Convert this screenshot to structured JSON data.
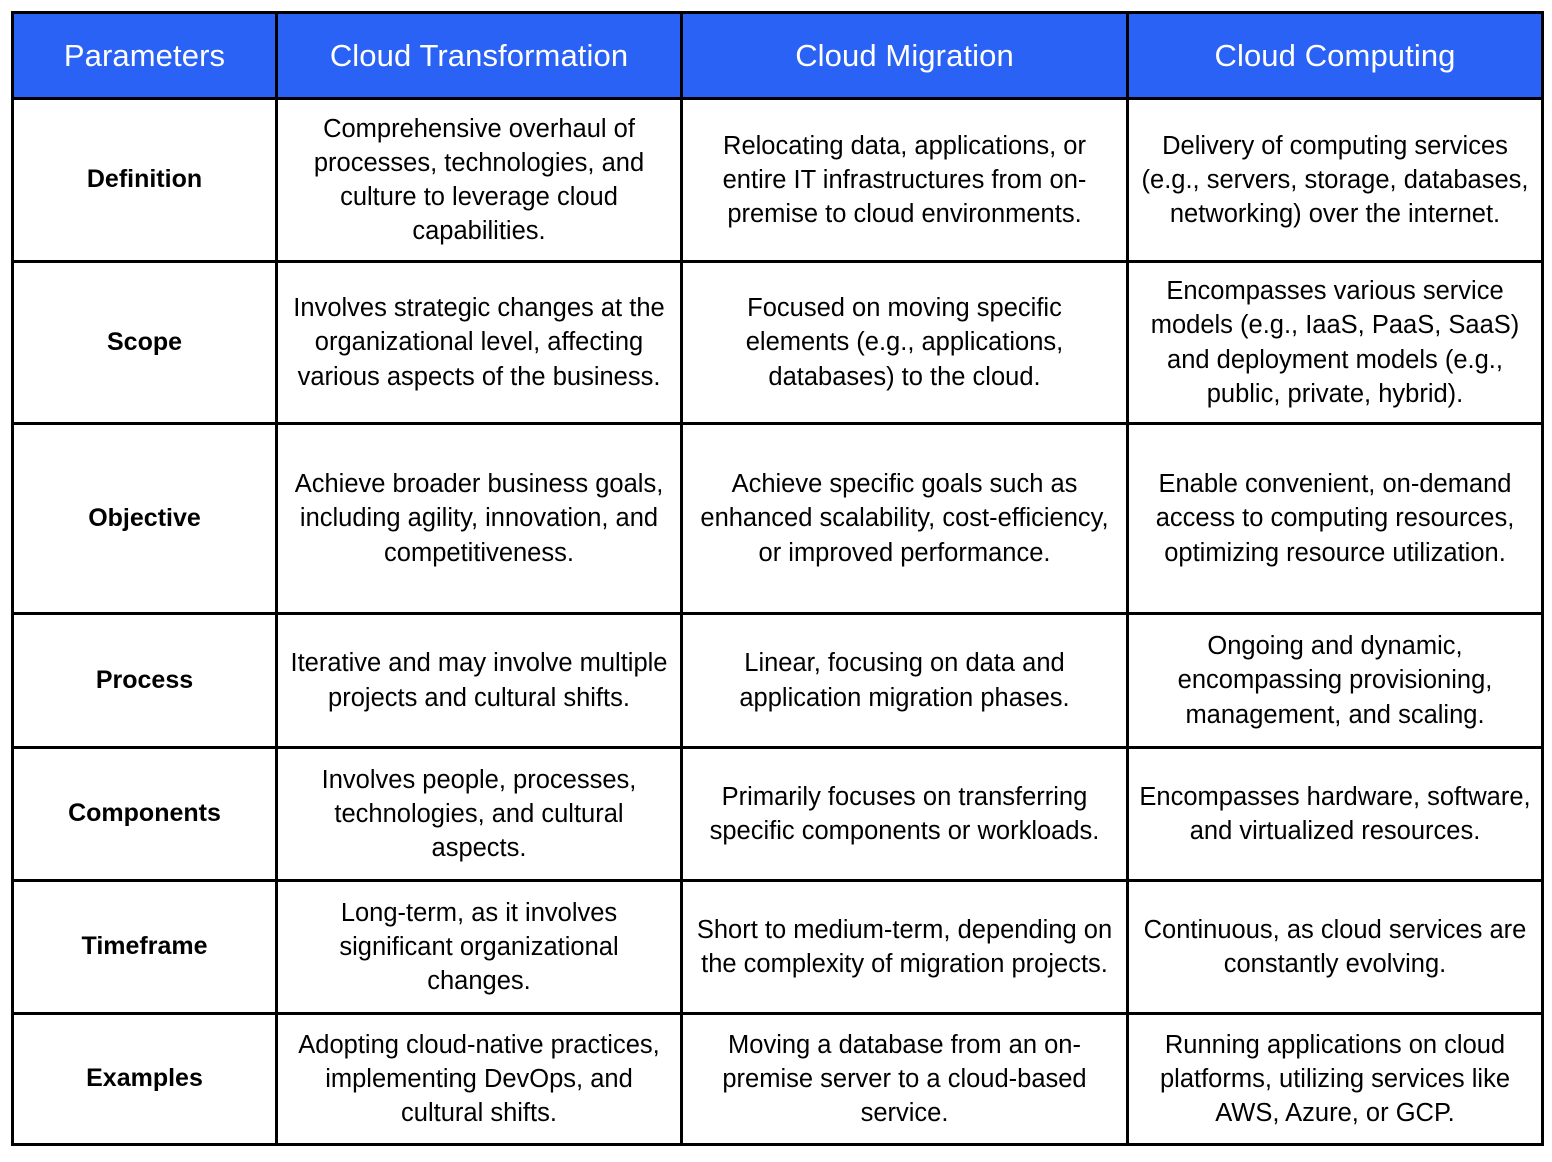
{
  "table": {
    "accent_color": "#2a62f5",
    "header_text_color": "#ffffff",
    "border_color": "#000000",
    "background_color": "#ffffff",
    "columns": [
      {
        "key": "parameters",
        "label": "Parameters"
      },
      {
        "key": "cloud_transformation",
        "label": "Cloud Transformation"
      },
      {
        "key": "cloud_migration",
        "label": "Cloud Migration"
      },
      {
        "key": "cloud_computing",
        "label": "Cloud Computing"
      }
    ],
    "rows": [
      {
        "parameter": "Definition",
        "cloud_transformation": "Comprehensive overhaul of processes, technologies, and culture to leverage cloud capabilities.",
        "cloud_migration": "Relocating data, applications, or entire IT infrastructures from on-premise to cloud environments.",
        "cloud_computing": "Delivery of computing services (e.g., servers, storage, databases, networking) over the internet."
      },
      {
        "parameter": "Scope",
        "cloud_transformation": "Involves strategic changes at the organizational level, affecting various aspects of the business.",
        "cloud_migration": "Focused on moving specific elements (e.g., applications, databases) to the cloud.",
        "cloud_computing": "Encompasses various service models (e.g., IaaS, PaaS, SaaS) and deployment models (e.g., public, private, hybrid)."
      },
      {
        "parameter": "Objective",
        "cloud_transformation": "Achieve broader business goals, including agility, innovation, and competitiveness.",
        "cloud_migration": "Achieve specific goals such as enhanced scalability, cost-efficiency, or improved performance.",
        "cloud_computing": "Enable convenient, on-demand access to computing resources, optimizing resource utilization."
      },
      {
        "parameter": "Process",
        "cloud_transformation": "Iterative and may involve multiple projects and cultural shifts.",
        "cloud_migration": "Linear, focusing on data and application migration phases.",
        "cloud_computing": "Ongoing and dynamic, encompassing provisioning, management, and scaling."
      },
      {
        "parameter": "Components",
        "cloud_transformation": "Involves people, processes, technologies, and cultural aspects.",
        "cloud_migration": "Primarily focuses on transferring specific components or workloads.",
        "cloud_computing": "Encompasses hardware, software, and virtualized resources."
      },
      {
        "parameter": "Timeframe",
        "cloud_transformation": "Long-term, as it involves significant organizational changes.",
        "cloud_migration": "Short to medium-term, depending on the complexity of migration projects.",
        "cloud_computing": "Continuous, as cloud services are constantly evolving."
      },
      {
        "parameter": "Examples",
        "cloud_transformation": "Adopting cloud-native practices, implementing DevOps, and cultural shifts.",
        "cloud_migration": "Moving a database from an on-premise server to a cloud-based service.",
        "cloud_computing": "Running applications on cloud platforms, utilizing services like AWS, Azure, or GCP."
      }
    ]
  }
}
